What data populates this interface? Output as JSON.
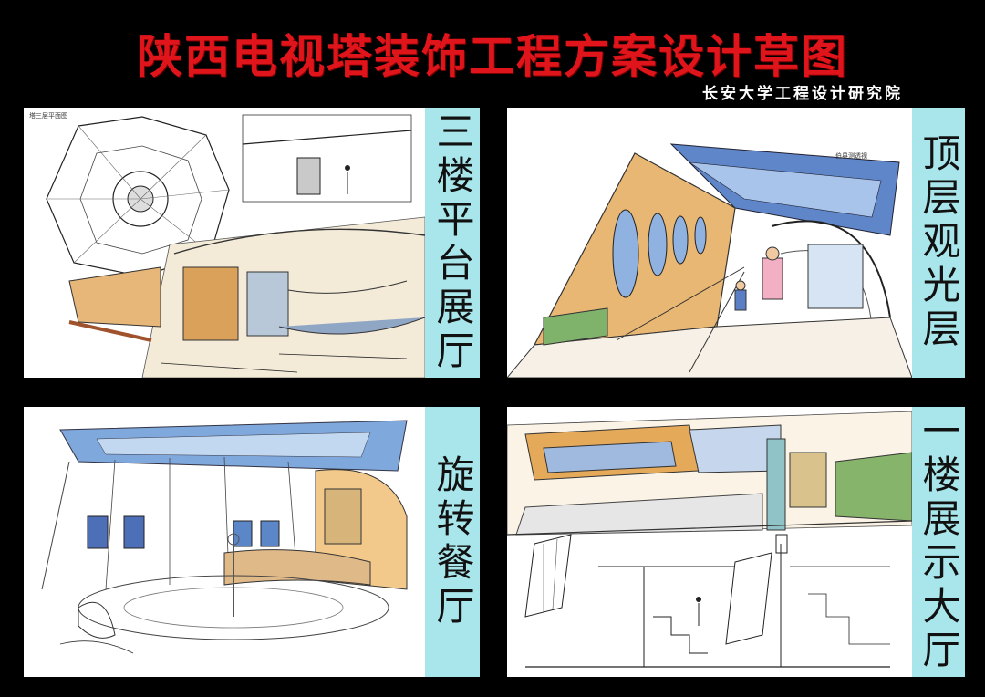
{
  "header": {
    "title": "陕西电视塔装饰工程方案设计草图",
    "subtitle": "长安大学工程设计研究院"
  },
  "panels": [
    {
      "label": "三楼平台展厅",
      "note": "塔三层平面图"
    },
    {
      "label": "顶层观光层",
      "note": "伯县测透视"
    },
    {
      "label": "旋转餐厅",
      "note": ""
    },
    {
      "label": "一楼展示大厅",
      "note": ""
    }
  ],
  "colors": {
    "background": "#000000",
    "title": "#e0151b",
    "label_strip": "#a9e6ec"
  }
}
